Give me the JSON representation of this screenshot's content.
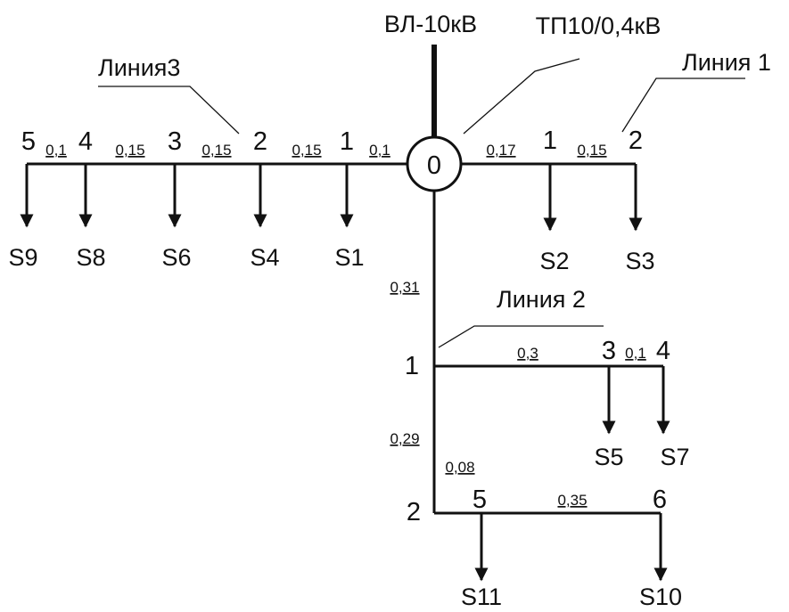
{
  "supply": {
    "line": "ВЛ-10кВ",
    "substation": "ТП10/0,4кВ",
    "node": "0"
  },
  "line_labels": {
    "l1": "Линия 1",
    "l2": "Линия 2",
    "l3": "Линия3"
  },
  "nodes": {
    "l3_1": "1",
    "l3_2": "2",
    "l3_3": "3",
    "l3_4": "4",
    "l3_5": "5",
    "l1_1": "1",
    "l1_2": "2",
    "l2_1": "1",
    "l2_2": "2",
    "l2_3": "3",
    "l2_4": "4",
    "l2_5": "5",
    "l2_6": "6"
  },
  "segments": {
    "l3_0_1": "0,1",
    "l3_1_2": "0,15",
    "l3_2_3": "0,15",
    "l3_3_4": "0,15",
    "l3_4_5": "0,1",
    "l1_0_1": "0,17",
    "l1_1_2": "0,15",
    "l2_0_1": "0,31",
    "l2_1_3": "0,3",
    "l2_3_4": "0,1",
    "l2_1_2": "0,29",
    "l2_2_5": "0,08",
    "l2_5_6": "0,35"
  },
  "loads": {
    "s1": "S1",
    "s2": "S2",
    "s3": "S3",
    "s4": "S4",
    "s5": "S5",
    "s6": "S6",
    "s7": "S7",
    "s8": "S8",
    "s9": "S9",
    "s10": "S10",
    "s11": "S11"
  }
}
